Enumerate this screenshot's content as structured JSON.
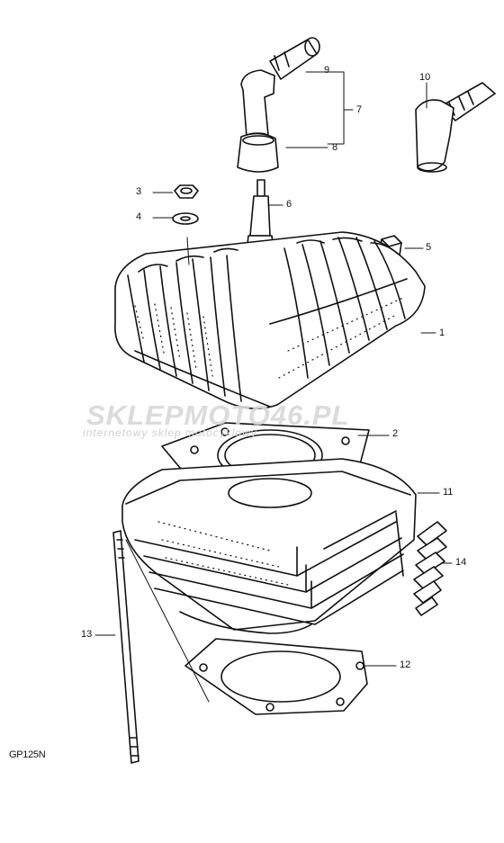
{
  "callouts": {
    "c1": "1",
    "c2": "2",
    "c3": "3",
    "c4": "4",
    "c5": "5",
    "c6": "6",
    "c7": "7",
    "c8": "8",
    "c9": "9",
    "c10": "10",
    "c11": "11",
    "c12": "12",
    "c13": "13",
    "c14": "14"
  },
  "model_label": "GP125N",
  "watermark": {
    "brand": "SKLEPMOTO46.PL",
    "tagline": "internetowy sklep motocyklowy"
  }
}
